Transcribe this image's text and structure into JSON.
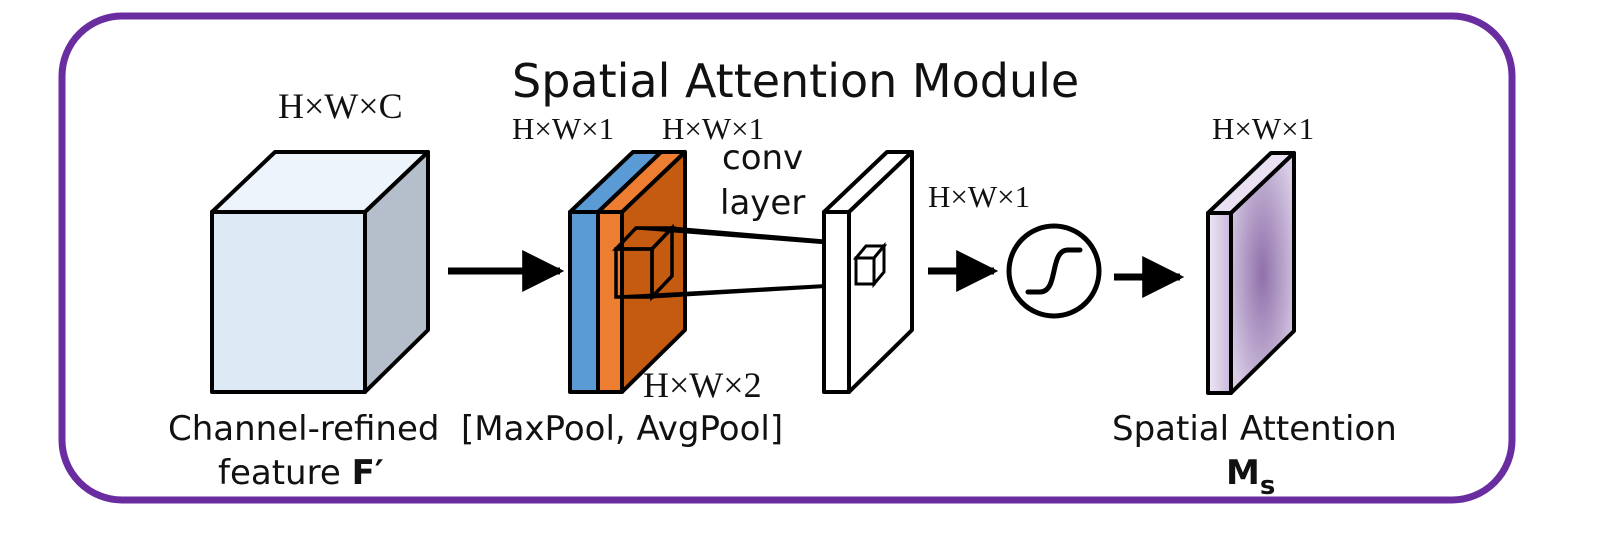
{
  "title": "Spatial Attention Module",
  "colors": {
    "frame": "#6a2da0",
    "input_front": "#dde9f5",
    "input_top": "#eef4fb",
    "input_side": "#b4bfcb",
    "maxpool": "#5b9bd5",
    "avgpool_front": "#ed7d31",
    "avgpool_side": "#c55a11",
    "attention_light": "#e8def1",
    "attention_dark": "#8f70aa",
    "stroke": "#000000"
  },
  "input": {
    "dims": "H×W×C",
    "label_line1": "Channel-refined",
    "label_line2_prefix": "feature ",
    "label_symbol": "F′"
  },
  "pooled": {
    "dims_max": "H×W×1",
    "dims_avg": "H×W×1",
    "dims_concat": "H×W×2",
    "label": "[MaxPool, AvgPool]"
  },
  "conv": {
    "label_line1": "conv",
    "label_line2": "layer",
    "dims": "H×W×1"
  },
  "sigmoid": {
    "icon": "sigmoid-icon"
  },
  "output": {
    "dims": "H×W×1",
    "label_line1": "Spatial Attention",
    "label_symbol": "M",
    "label_subscript": "s"
  }
}
